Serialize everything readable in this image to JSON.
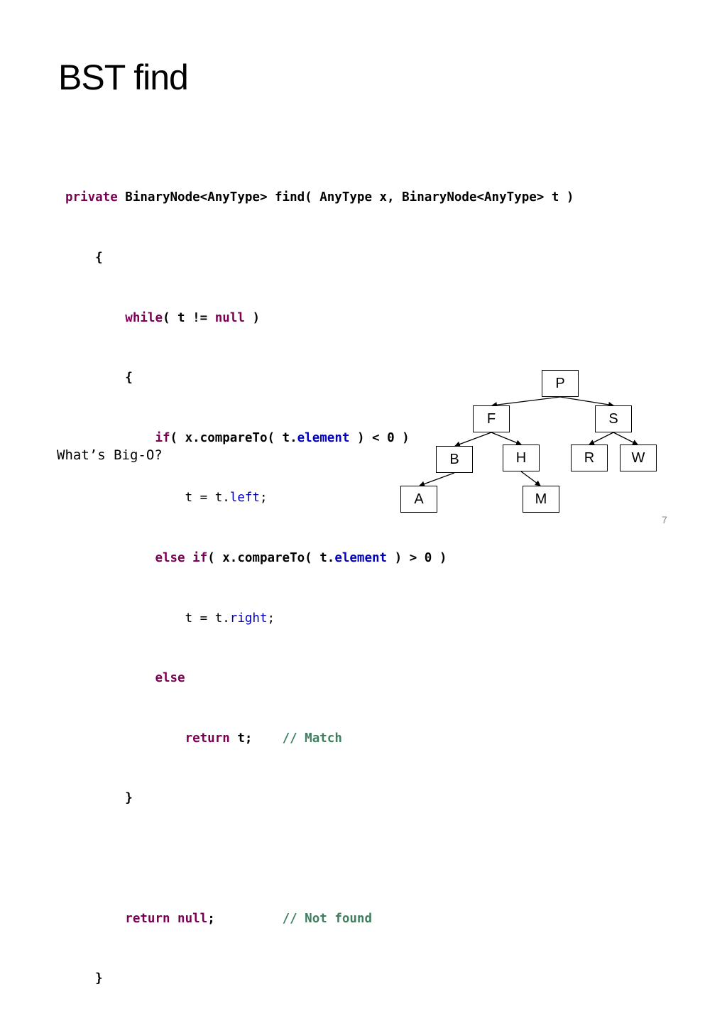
{
  "slide": {
    "title": "BST find",
    "page_number": "7",
    "question": "What’s Big-O?"
  },
  "code": {
    "l1": {
      "kw": "private",
      "t1": " BinaryNode<AnyType> find( AnyType x, BinaryNode<AnyType> t )"
    },
    "l2": {
      "t1": "    {"
    },
    "l3": {
      "ind": "        ",
      "kw": "while",
      "t1": "( t != ",
      "kw2": "null",
      "t2": " )"
    },
    "l4": {
      "t1": "        {"
    },
    "l5": {
      "ind": "            ",
      "kw": "if",
      "t1": "( x.compareTo( t.",
      "fld": "element",
      "t2": " ) < 0 )"
    },
    "l6": {
      "ind": "                ",
      "t1": "t = t.",
      "fld": "left",
      "t2": ";"
    },
    "l7": {
      "ind": "            ",
      "kw": "else if",
      "t1": "( x.compareTo( t.",
      "fld": "element",
      "t2": " ) > 0 )"
    },
    "l8": {
      "ind": "                ",
      "t1": "t = t.",
      "fld": "right",
      "t2": ";"
    },
    "l9": {
      "ind": "            ",
      "kw": "else"
    },
    "l10": {
      "ind": "                ",
      "kw": "return",
      "t1": " t;    ",
      "cm": "// Match"
    },
    "l11": {
      "t1": "        }"
    },
    "l12": {
      "t1": ""
    },
    "l13": {
      "ind": "        ",
      "kw": "return null",
      "t1": ";         ",
      "cm": "// Not found"
    },
    "l14": {
      "t1": "    }"
    }
  },
  "tree": {
    "nodes": {
      "P": "P",
      "F": "F",
      "S": "S",
      "B": "B",
      "H": "H",
      "R": "R",
      "W": "W",
      "A": "A",
      "M": "M"
    }
  },
  "colors": {
    "keyword": "#7b0052",
    "field": "#0000c0",
    "comment": "#3f7f5f"
  }
}
